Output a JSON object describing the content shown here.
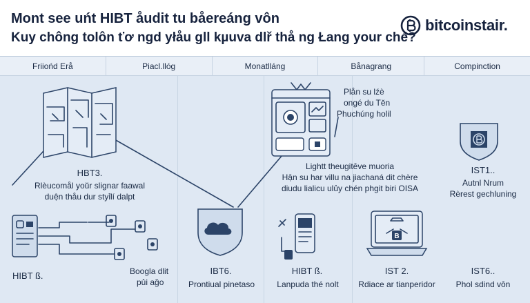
{
  "header": {
    "title_line1": "Mont see uńt HIBT åudit tu båereáng vôn",
    "title_line2": "Kuy chông tolôn ťơ ngd yłåu gll kµuva dlř thå ng Łang your ché?",
    "brand": "bitcoinstair."
  },
  "columns": [
    {
      "label": "Friiońd Erå"
    },
    {
      "label": "Piacl.llóg"
    },
    {
      "label": "Monatlláng"
    },
    {
      "label": "Bånagrang"
    },
    {
      "label": "Compinction"
    }
  ],
  "nodes": {
    "col1_top_title": "HBT3.",
    "col1_top_line1": "Rlèucomål yoŭr slignar faawal",
    "col1_top_line2": "duện thåu dur styỉlí dalpt",
    "col1_bottom_label": "HIBT ß.",
    "col1_bottom_note_line1": "Boogla dlit",
    "col1_bottom_note_line2": "pủi ağo",
    "col2_title": "IBT6.",
    "col2_caption": "Prontiual pinetaso",
    "col3_top_note_line1": "Plån su lźè",
    "col3_top_note_line2": "ongé du Těn",
    "col3_top_note_line3": "Phuchúng holil",
    "col3_mid_line1": "Lightt theugitêve muoria",
    "col3_mid_line2": "Hận su har villu na jiachaná dit chère",
    "col3_mid_line3": "diudu lialicu ulủy chén phgit biri OISA",
    "col3_title": "HIBT ß.",
    "col3_caption": "Lanpuda thé nolt",
    "col4_title": "IST 2.",
    "col4_caption": "Rdiace ar tianperidor",
    "col5_top_title": "IST1..",
    "col5_top_line1": "Autnl Nrum",
    "col5_top_line2": "Rèrest gechluning",
    "col5_bottom_title": "IST6..",
    "col5_bottom_caption": "Phol sdind vôn"
  },
  "icons": {
    "brand": "bitcoin-logo-icon",
    "col1_top": "folded-map-icon",
    "col1_bottom": "document-network-icon",
    "col2": "cloud-shield-icon",
    "col3_top": "dashboard-window-icon",
    "col3_bottom": "mobile-device-icon",
    "col4": "laptop-lock-icon",
    "col5": "shield-bitcoin-icon"
  },
  "colors": {
    "primary": "#2c4468",
    "panel": "#cfdcec",
    "background": "#dfe8f3"
  }
}
